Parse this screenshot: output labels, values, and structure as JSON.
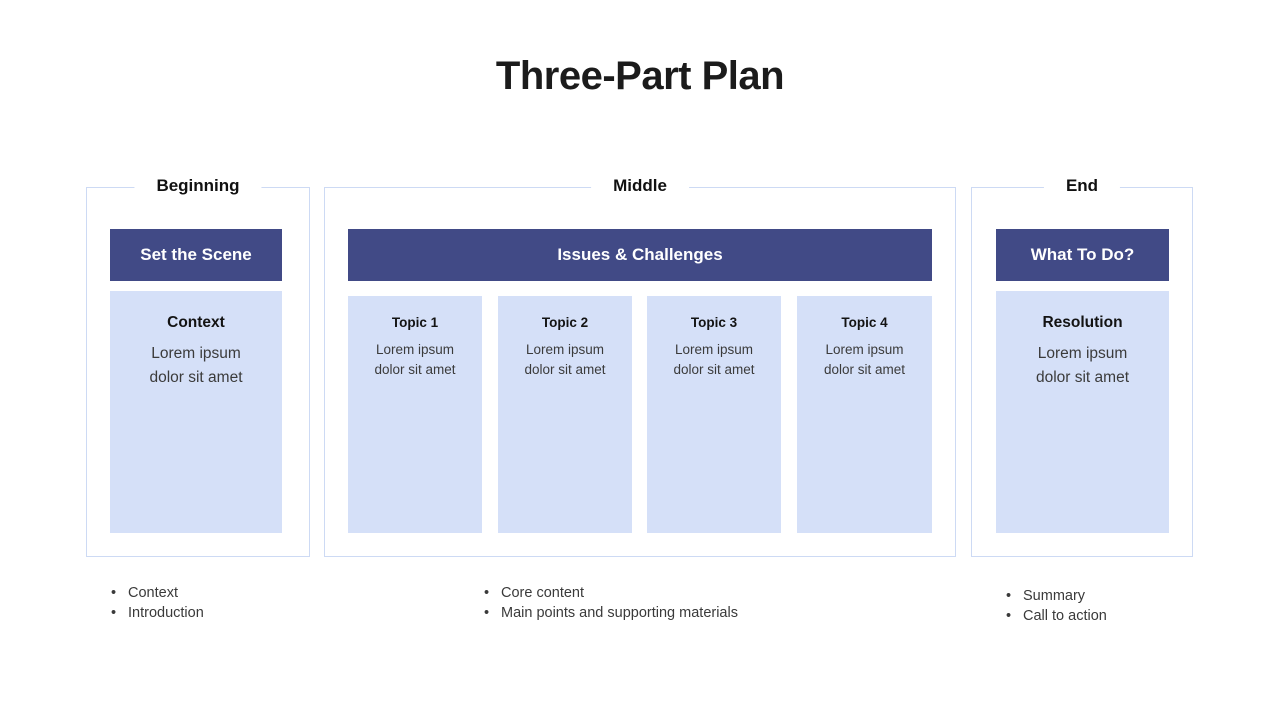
{
  "slide": {
    "title": "Three-Part Plan"
  },
  "colors": {
    "header_bar": "#414a86",
    "card_fill": "#d5e0f8",
    "panel_border": "#cddaf4",
    "title_text": "#1b1b1b",
    "body_text": "#3a3a3a"
  },
  "sections": {
    "beginning": {
      "label": "Beginning",
      "header": "Set the Scene",
      "card": {
        "title": "Context",
        "body": "Lorem ipsum\ndolor sit amet"
      },
      "bullets": [
        "Context",
        "Introduction"
      ]
    },
    "middle": {
      "label": "Middle",
      "header": "Issues & Challenges",
      "topics": [
        {
          "title": "Topic 1",
          "body": "Lorem ipsum\ndolor sit amet"
        },
        {
          "title": "Topic 2",
          "body": "Lorem ipsum\ndolor sit amet"
        },
        {
          "title": "Topic 3",
          "body": "Lorem ipsum\ndolor sit amet"
        },
        {
          "title": "Topic 4",
          "body": "Lorem ipsum\ndolor sit amet"
        }
      ],
      "bullets": [
        "Core content",
        "Main points and supporting materials"
      ]
    },
    "end": {
      "label": "End",
      "header": "What To Do?",
      "card": {
        "title": "Resolution",
        "body": "Lorem ipsum\ndolor sit amet"
      },
      "bullets": [
        "Summary",
        "Call to action"
      ]
    }
  },
  "bullet_glyph": "•"
}
